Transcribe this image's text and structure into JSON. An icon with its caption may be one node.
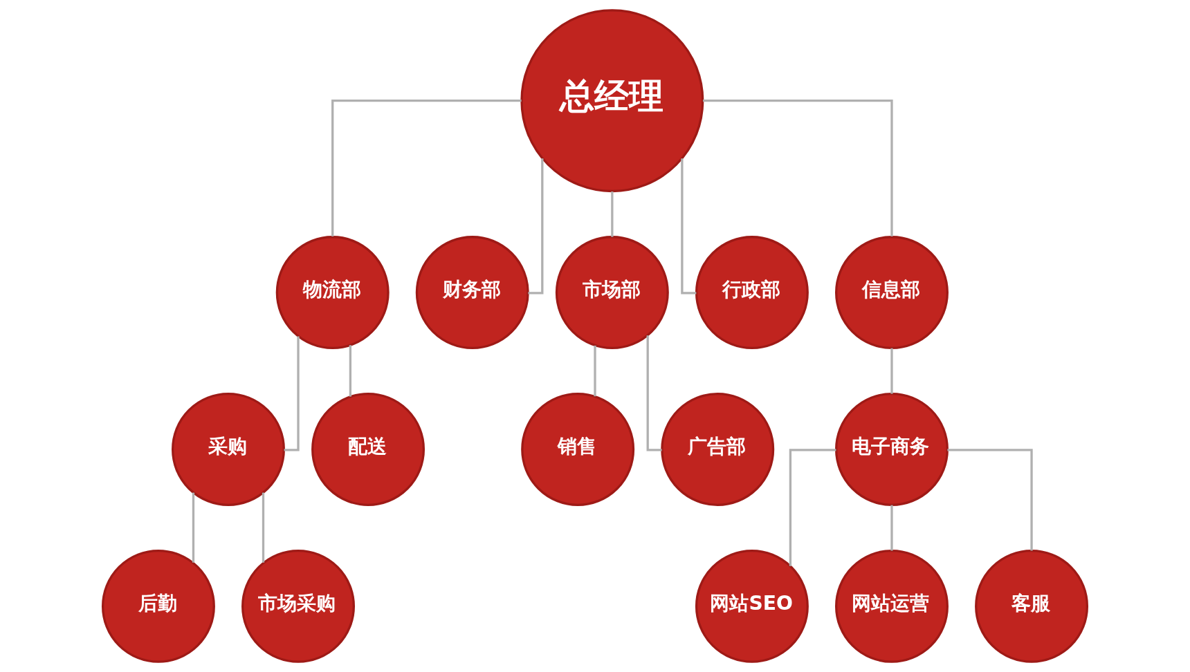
{
  "diagram": {
    "nodes": [
      {
        "text": [
          "总经理"
        ]
      },
      {
        "text": [
          "物流部"
        ]
      },
      {
        "text": [
          "财务部"
        ]
      },
      {
        "text": [
          "市场部"
        ]
      },
      {
        "text": [
          "行政部"
        ]
      },
      {
        "text": [
          "信息部"
        ]
      },
      {
        "text": [
          "采购"
        ]
      },
      {
        "text": [
          "配送"
        ]
      },
      {
        "text": [
          "销售"
        ]
      },
      {
        "text": [
          "广告部"
        ]
      },
      {
        "text": [
          "电子商务"
        ]
      },
      {
        "text": [
          "后勤"
        ]
      },
      {
        "text": [
          "市场采购"
        ]
      },
      {
        "text": [
          "网站SEO"
        ]
      },
      {
        "text": [
          "网站运营"
        ]
      },
      {
        "text": [
          "客服"
        ]
      }
    ],
    "edges": [
      {
        "from": 0,
        "to": 1,
        "arrow": "none"
      },
      {
        "from": 0,
        "to": 2,
        "arrow": "none"
      },
      {
        "from": 0,
        "to": 3,
        "arrow": "none"
      },
      {
        "from": 0,
        "to": 4,
        "arrow": "none"
      },
      {
        "from": 0,
        "to": 5,
        "arrow": "none"
      },
      {
        "from": 1,
        "to": 6,
        "arrow": "none"
      },
      {
        "from": 1,
        "to": 7,
        "arrow": "none"
      },
      {
        "from": 3,
        "to": 8,
        "arrow": "none"
      },
      {
        "from": 3,
        "to": 9,
        "arrow": "none"
      },
      {
        "from": 5,
        "to": 10,
        "arrow": "none"
      },
      {
        "from": 6,
        "to": 11,
        "arrow": "none"
      },
      {
        "from": 6,
        "to": 12,
        "arrow": "none"
      },
      {
        "from": 10,
        "to": 13,
        "arrow": "none"
      },
      {
        "from": 10,
        "to": 14,
        "arrow": "none"
      },
      {
        "from": 10,
        "to": 15,
        "arrow": "none"
      }
    ]
  }
}
